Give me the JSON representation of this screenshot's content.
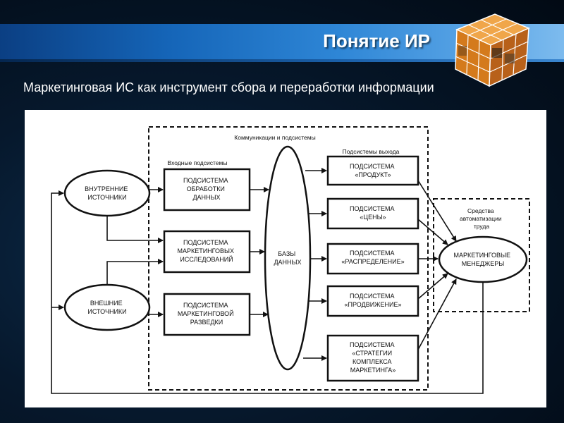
{
  "slide": {
    "title": "Понятие ИР",
    "subtitle": "Маркетинговая ИС как инструмент сбора и переработки информации"
  },
  "colors": {
    "title_band_dark": "#0b3f83",
    "title_band_light": "#7dbbee",
    "background": "#06182c",
    "diagram_background": "#ffffff",
    "logo_orange": "#e58a23"
  },
  "logo": {
    "icon": "cube-photo-logo-icon"
  },
  "diagram": {
    "group_labels": {
      "communications": "Коммуникации и подсистемы",
      "input": "Входные подсистемы",
      "output": "Подсистемы выхода",
      "automation": [
        "Средства",
        "автоматизации",
        "труда"
      ]
    },
    "sources": {
      "internal": [
        "ВНУТРЕННИЕ",
        "ИСТОЧНИКИ"
      ],
      "external": [
        "ВНЕШНИЕ",
        "ИСТОЧНИКИ"
      ]
    },
    "input_boxes": [
      [
        "ПОДСИСТЕМА",
        "ОБРАБОТКИ",
        "ДАННЫХ"
      ],
      [
        "ПОДСИСТЕМА",
        "МАРКЕТИНГОВЫХ",
        "ИССЛЕДОВАНИЙ"
      ],
      [
        "ПОДСИСТЕМА",
        "МАРКЕТИНГОВОЙ",
        "РАЗВЕДКИ"
      ]
    ],
    "database": [
      "БАЗЫ",
      "ДАННЫХ"
    ],
    "output_boxes": [
      [
        "ПОДСИСТЕМА",
        "«ПРОДУКТ»"
      ],
      [
        "ПОДСИСТЕМА",
        "«ЦЕНЫ»"
      ],
      [
        "ПОДСИСТЕМА",
        "«РАСПРЕДЕЛЕНИЕ»"
      ],
      [
        "ПОДСИСТЕМА",
        "«ПРОДВИЖЕНИЕ»"
      ],
      [
        "ПОДСИСТЕМА",
        "«СТРАТЕГИИ",
        "КОМПЛЕКСА",
        "МАРКЕТИНГА»"
      ]
    ],
    "managers": [
      "МАРКЕТИНГОВЫЕ",
      "МЕНЕДЖЕРЫ"
    ]
  }
}
